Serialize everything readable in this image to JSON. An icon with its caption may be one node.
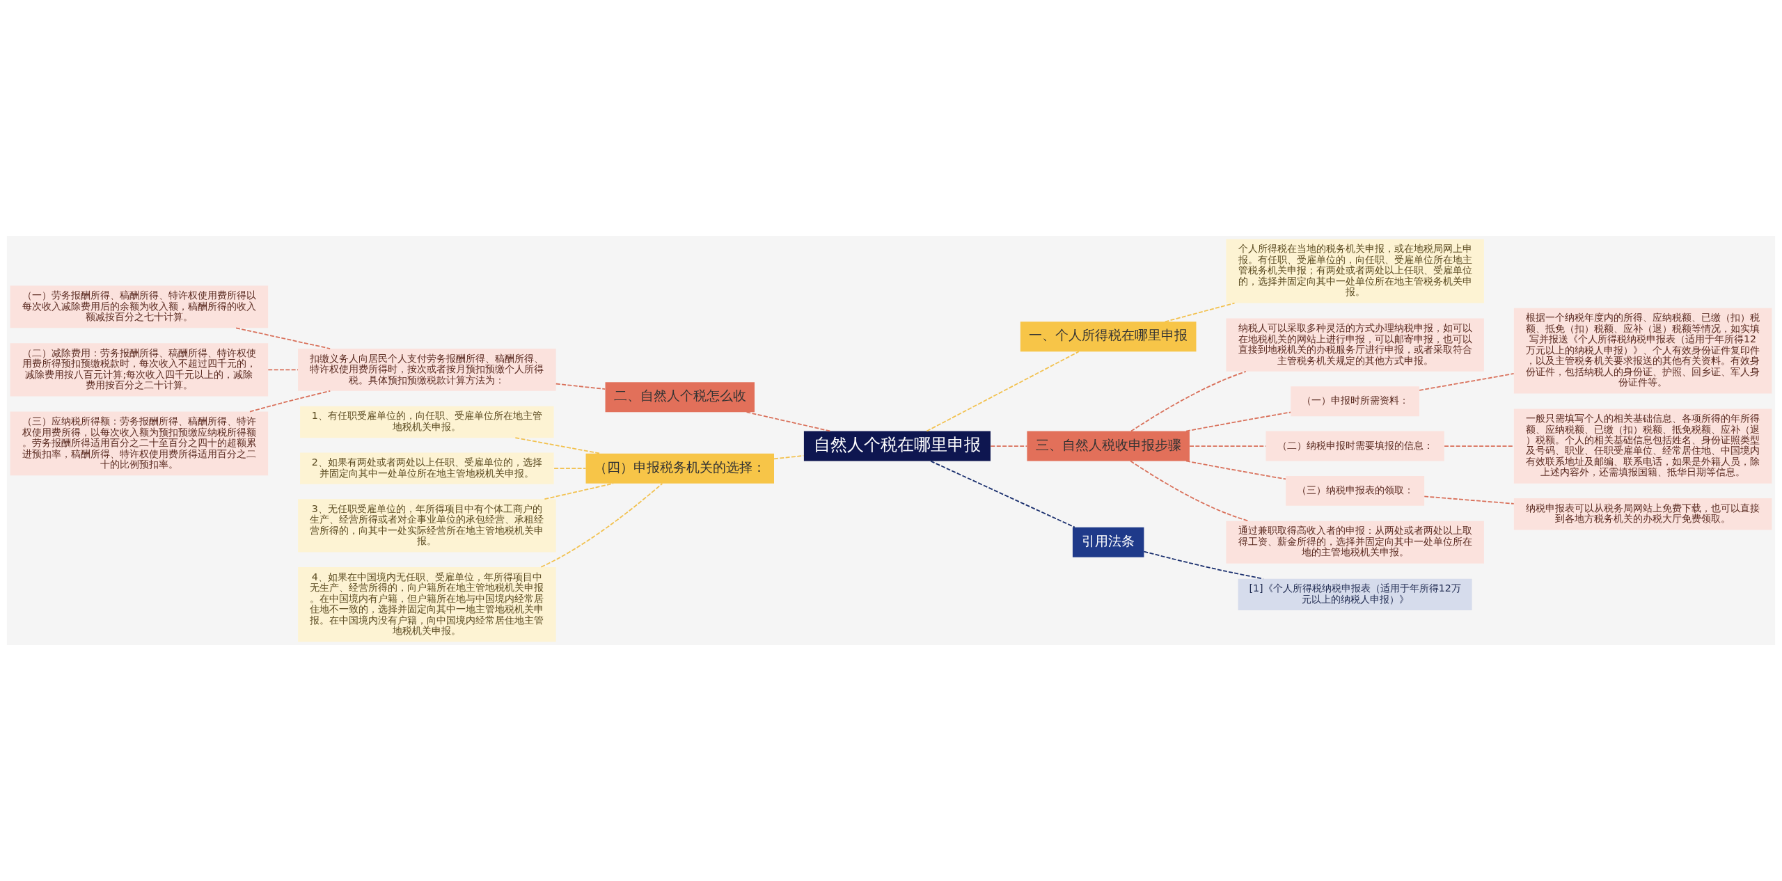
{
  "diagram": {
    "nodes": [
      {
        "text": [
          "自然人个税在哪里申报"
        ]
      },
      {
        "text": [
          "一、个人所得税在哪里申报"
        ]
      },
      {
        "text": [
          "个人所得税在当地的税务机关申报，或在地税局网上申报。有任职、受雇单位的，向任职、受雇单位所在地主管税务机关申报；有两处或者两处以上任职、受雇单位的，选择并固定向其中一处单位所在地主管税务机关申报。"
        ]
      },
      {
        "text": [
          "二、自然人个税怎么收"
        ]
      },
      {
        "text": [
          "扣缴义务人向居民个人支付劳务报酬所得、稿酬所得、特许权使用费所得时，按次或者按月预扣预缴个人所得税。具体预扣预缴税款计算方法为："
        ]
      },
      {
        "text": [
          "（一）劳务报酬所得、稿酬所得、特许权使用费所得以每次收入减除费用后的余额为收入额，稿酬所得的收入额减按百分之七十计算。"
        ]
      },
      {
        "text": [
          "（二）减除费用：劳务报酬所得、稿酬所得、特许权使用费所得预扣预缴税款时，每次收入不超过四千元的，减除费用按八百元计算;每次收入四千元以上的，减除费用按百分之二十计算。"
        ]
      },
      {
        "text": [
          "（三）应纳税所得额：劳务报酬所得、稿酬所得、特许权使用费所得，以每次收入额为预扣预缴应纳税所得额。劳务报酬所得适用百分之二十至百分之四十的超额累进预扣率，稿酬所得、特许权使用费所得适用百分之二十的比例预扣率。"
        ]
      },
      {
        "text": [
          "三、自然人税收申报步骤"
        ]
      },
      {
        "text": [
          "纳税人可以采取多种灵活的方式办理纳税申报，如可以在地税机关的网站上进行申报，可以邮寄申报，也可以直接到地税机关的办税服务厅进行申报，或者采取符合主管税务机关规定的其他方式申报。"
        ]
      },
      {
        "text": [
          "（一）申报时所需资料："
        ]
      },
      {
        "text": [
          "根据一个纳税年度内的所得、应纳税额、已缴（扣）税额、抵免（扣）税额、应补（退）税额等情况，如实填写并报送《个人所得税纳税申报表（适用于年所得12万元以上的纳税人申报）》、个人有效身份证件复印件，以及主管税务机关要求报送的其他有关资料。有效身份证件，包括纳税人的身份证、护照、回乡证、军人身份证件等。"
        ]
      },
      {
        "text": [
          "（二）纳税申报时需要填报的信息："
        ]
      },
      {
        "text": [
          "一般只需填写个人的相关基础信息、各项所得的年所得额、应纳税额、已缴（扣）税额、抵免税额、应补（退）税额。个人的相关基础信息包括姓名、身份证照类型及号码、职业、任职受雇单位、经常居住地、中国境内有效联系地址及邮编、联系电话，如果是外籍人员，除上述内容外，还需填报国籍、抵华日期等信息。"
        ]
      },
      {
        "text": [
          "（三）纳税申报表的领取："
        ]
      },
      {
        "text": [
          "纳税申报表可以从税务局网站上免费下载，也可以直接到各地方税务机关的办税大厅免费领取。"
        ]
      },
      {
        "text": [
          "通过兼职取得高收入者的申报：从两处或者两处以上取得工资、薪金所得的，选择并固定向其中一处单位所在地的主管地税机关申报。"
        ]
      },
      {
        "text": [
          "（四）申报税务机关的选择："
        ]
      },
      {
        "text": [
          "1、有任职受雇单位的，向任职、受雇单位所在地主管地税机关申报。"
        ]
      },
      {
        "text": [
          "2、如果有两处或者两处以上任职、受雇单位的，选择并固定向其中一处单位所在地主管地税机关申报。"
        ]
      },
      {
        "text": [
          "3、无任职受雇单位的，年所得项目中有个体工商户的生产、经营所得或者对企事业单位的承包经营、承租经营所得的，向其中一处实际经营所在地主管地税机关申报。"
        ]
      },
      {
        "text": [
          "4、如果在中国境内无任职、受雇单位，年所得项目中无生产、经营所得的，向户籍所在地主管地税机关申报。在中国境内有户籍，但户籍所在地与中国境内经常居住地不一致的，选择并固定向其中一地主管地税机关申报。在中国境内没有户籍，向中国境内经常居住地主管地税机关申报。"
        ]
      },
      {
        "text": [
          "引用法条"
        ]
      },
      {
        "text": [
          "[1]《个人所得税纳税申报表（适用于年所得12万元以上的纳税人申报）》"
        ]
      }
    ],
    "edges": [
      {
        "from": 0,
        "to": 1,
        "arrow": "none",
        "style": "dashed",
        "color": "#f2c14e"
      },
      {
        "from": 1,
        "to": 2,
        "arrow": "none",
        "style": "dashed",
        "color": "#f2c14e"
      },
      {
        "from": 0,
        "to": 3,
        "arrow": "none",
        "style": "dashed"
      },
      {
        "from": 3,
        "to": 4,
        "arrow": "none",
        "style": "dashed"
      },
      {
        "from": 4,
        "to": 5,
        "arrow": "none",
        "style": "dashed"
      },
      {
        "from": 4,
        "to": 6,
        "arrow": "none",
        "style": "dashed"
      },
      {
        "from": 4,
        "to": 7,
        "arrow": "none",
        "style": "dashed"
      },
      {
        "from": 0,
        "to": 8,
        "arrow": "none",
        "style": "dashed"
      },
      {
        "from": 8,
        "to": 9,
        "arrow": "none",
        "style": "dashed"
      },
      {
        "from": 8,
        "to": 10,
        "arrow": "none",
        "style": "dashed"
      },
      {
        "from": 10,
        "to": 11,
        "arrow": "none",
        "style": "dashed"
      },
      {
        "from": 8,
        "to": 12,
        "arrow": "none",
        "style": "dashed"
      },
      {
        "from": 12,
        "to": 13,
        "arrow": "none",
        "style": "dashed"
      },
      {
        "from": 8,
        "to": 14,
        "arrow": "none",
        "style": "dashed"
      },
      {
        "from": 14,
        "to": 15,
        "arrow": "none",
        "style": "dashed"
      },
      {
        "from": 8,
        "to": 16,
        "arrow": "none",
        "style": "dashed"
      },
      {
        "from": 0,
        "to": 17,
        "arrow": "none",
        "style": "dashed",
        "color": "#f2c14e"
      },
      {
        "from": 17,
        "to": 18,
        "arrow": "none",
        "style": "dashed",
        "color": "#f2c14e"
      },
      {
        "from": 17,
        "to": 19,
        "arrow": "none",
        "style": "dashed",
        "color": "#f2c14e"
      },
      {
        "from": 17,
        "to": 20,
        "arrow": "none",
        "style": "dashed",
        "color": "#f2c14e"
      },
      {
        "from": 17,
        "to": 21,
        "arrow": "none",
        "style": "dashed",
        "color": "#f2c14e"
      },
      {
        "from": 0,
        "to": 22,
        "arrow": "none",
        "style": "dashed",
        "color": "#1a2f6e"
      },
      {
        "from": 22,
        "to": 23,
        "arrow": "none",
        "style": "dashed",
        "color": "#1a2f6e"
      }
    ]
  }
}
